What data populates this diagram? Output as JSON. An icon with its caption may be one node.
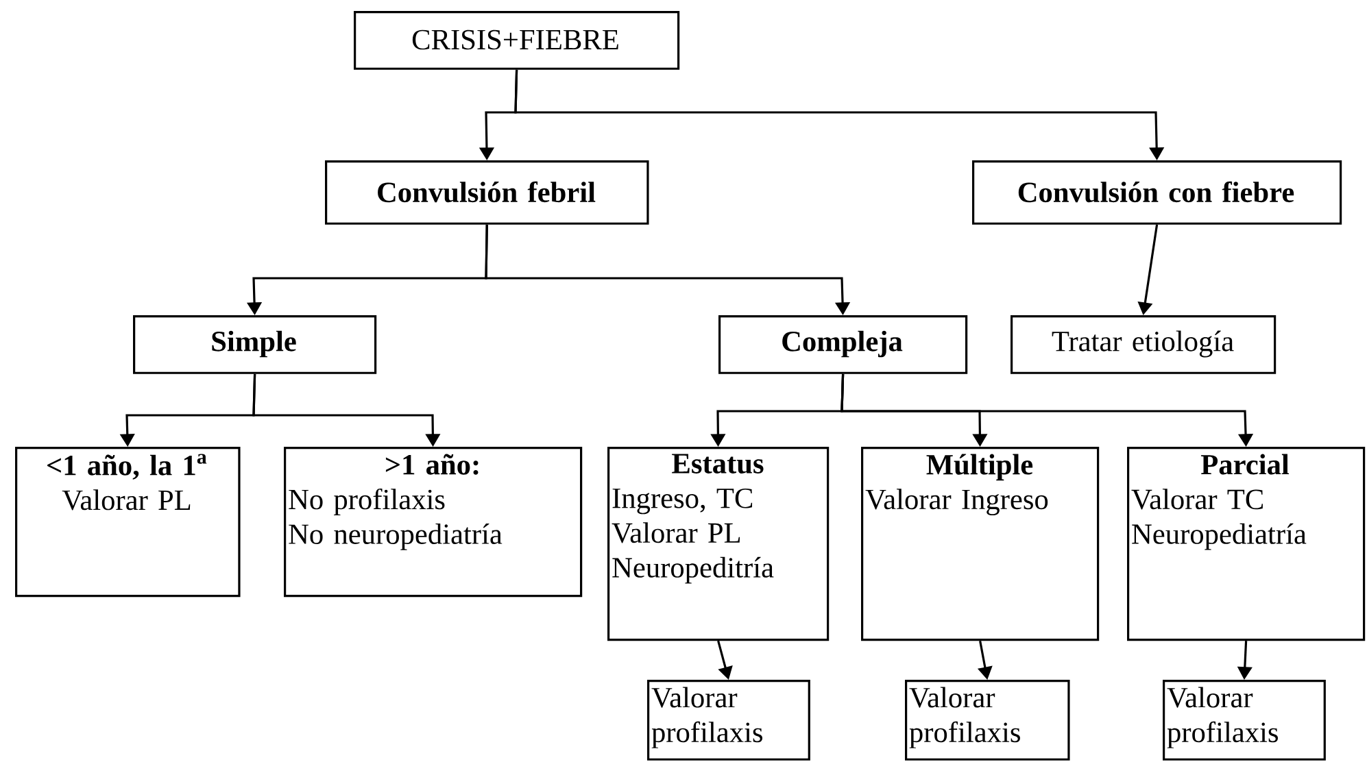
{
  "diagram": {
    "nodes": [
      {
        "text": [
          "CRISIS+FIEBRE"
        ]
      },
      {
        "text": [
          "Convulsión febril"
        ]
      },
      {
        "text": [
          "Convulsión con fiebre"
        ]
      },
      {
        "text": [
          "Simple"
        ]
      },
      {
        "text": [
          "Compleja"
        ]
      },
      {
        "text": [
          "Tratar etiología"
        ]
      },
      {
        "text": [
          "<1 año, la 1$^{a}$",
          "Valorar PL"
        ]
      },
      {
        "text": [
          ">1 año:",
          "No profilaxis",
          "No neuropediatría"
        ]
      },
      {
        "text": [
          "Estatus",
          "Ingreso, TC",
          "Valorar PL",
          "Neuropeditría"
        ]
      },
      {
        "text": [
          "Múltiple",
          "Valorar Ingreso"
        ]
      },
      {
        "text": [
          "Parcial",
          "Valorar TC",
          "Neuropediatría"
        ]
      },
      {
        "text": [
          "Valorar profilaxis"
        ]
      },
      {
        "text": [
          "Valorar profilaxis"
        ]
      },
      {
        "text": [
          "Valorar profilaxis"
        ]
      }
    ],
    "edges": [
      {
        "from": 0,
        "to": 1,
        "arrow": "to"
      },
      {
        "from": 0,
        "to": 2,
        "arrow": "to"
      },
      {
        "from": 1,
        "to": 3,
        "arrow": "to"
      },
      {
        "from": 1,
        "to": 4,
        "arrow": "to"
      },
      {
        "from": 2,
        "to": 5,
        "arrow": "to"
      },
      {
        "from": 3,
        "to": 6,
        "arrow": "to"
      },
      {
        "from": 3,
        "to": 7,
        "arrow": "to"
      },
      {
        "from": 4,
        "to": 8,
        "arrow": "to"
      },
      {
        "from": 4,
        "to": 9,
        "arrow": "to"
      },
      {
        "from": 4,
        "to": 10,
        "arrow": "to"
      },
      {
        "from": 8,
        "to": 11,
        "arrow": "to"
      },
      {
        "from": 9,
        "to": 12,
        "arrow": "to"
      },
      {
        "from": 10,
        "to": 13,
        "arrow": "to"
      }
    ]
  }
}
